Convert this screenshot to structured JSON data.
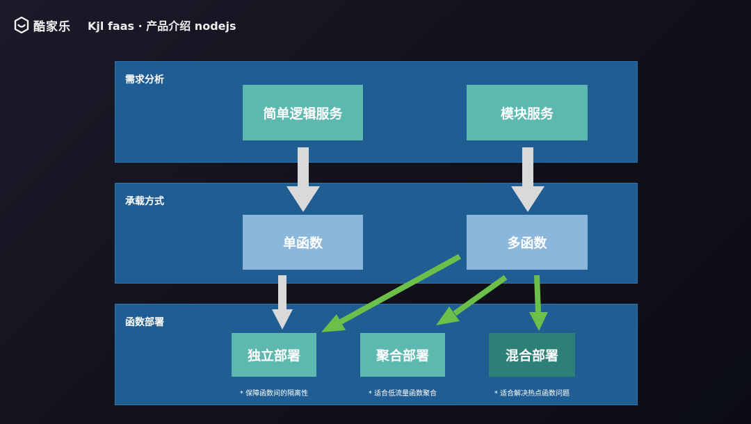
{
  "header": {
    "logo_text": "酷家乐",
    "title": "Kjl faas  · 产品介绍 nodejs"
  },
  "panels": [
    {
      "label": "需求分析"
    },
    {
      "label": "承载方式"
    },
    {
      "label": "函数部署"
    }
  ],
  "nodes": {
    "simple_logic": "简单逻辑服务",
    "module_service": "模块服务",
    "single_function": "单函数",
    "multi_function": "多函数",
    "independent_deploy": "独立部署",
    "aggregate_deploy": "聚合部署",
    "mixed_deploy": "混合部署"
  },
  "notes": {
    "independent": "* 保障函数间的隔离性",
    "aggregate": "* 适合低流量函数聚合",
    "mixed": "* 适合解决热点函数问题"
  },
  "colors": {
    "panel": "#1f5d93",
    "teal_node": "#5db9b0",
    "light_node": "#8bb7dc",
    "dark_node": "#2e8077",
    "gray_arrow": "#d9d9d9",
    "green_arrow": "#6cc04a"
  }
}
